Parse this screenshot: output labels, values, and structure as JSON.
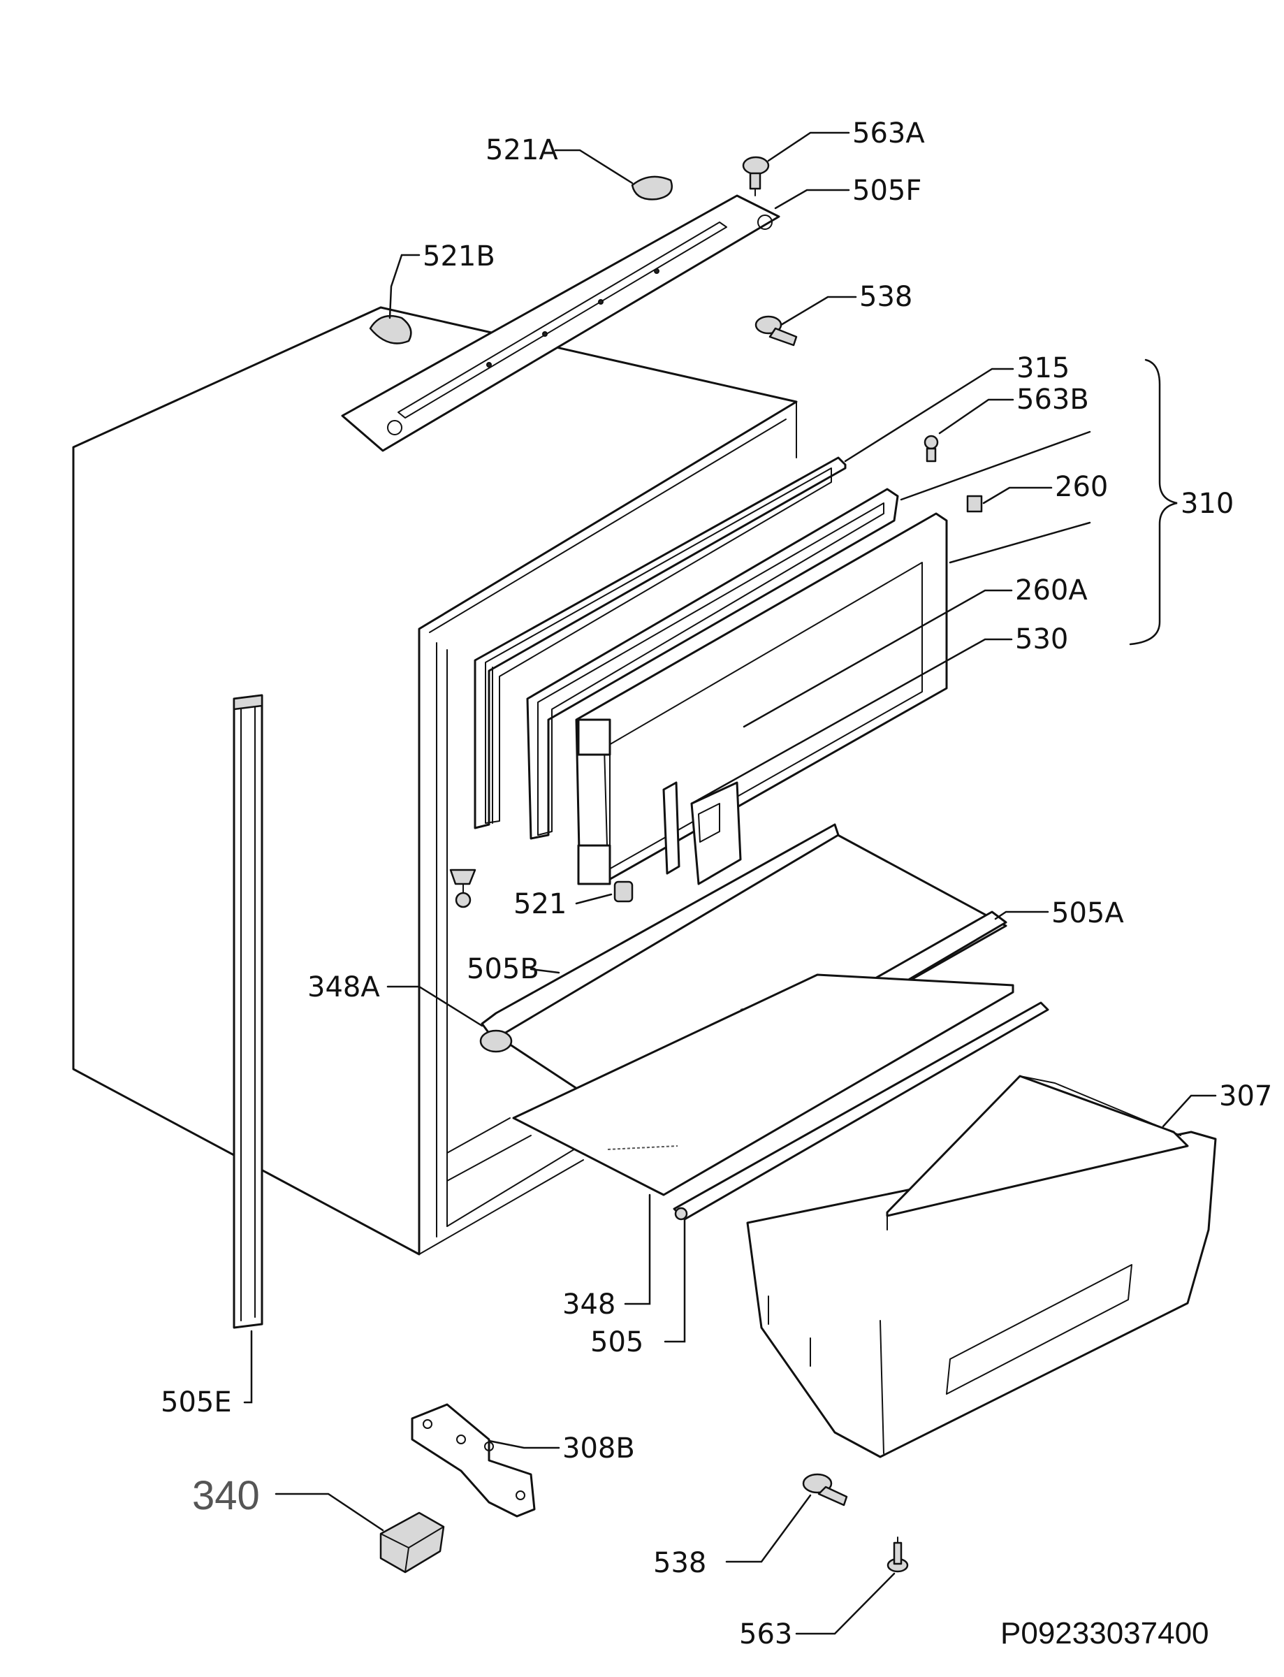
{
  "drawing": {
    "code": "P09233037400",
    "labels": {
      "p521A": "521A",
      "p563A": "563A",
      "p505F": "505F",
      "p521B": "521B",
      "p538_top": "538",
      "p315": "315",
      "p563B": "563B",
      "p260": "260",
      "p310": "310",
      "p260A": "260A",
      "p530": "530",
      "p505A": "505A",
      "p521": "521",
      "p505B": "505B",
      "p348A": "348A",
      "p307": "307",
      "p348": "348",
      "p505": "505",
      "p505E": "505E",
      "p308B": "308B",
      "p340": "340",
      "p538_bottom": "538",
      "p563": "563"
    }
  }
}
